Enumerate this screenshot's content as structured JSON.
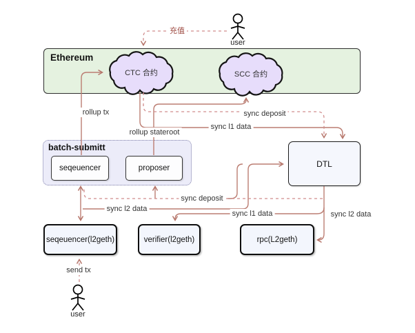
{
  "l1": {
    "title": "Ethereum",
    "ctc": "CTC 合约",
    "scc": "SCC 合约"
  },
  "batch": {
    "title": "batch-submitt",
    "sequencer": "seqeuencer",
    "proposer": "proposer"
  },
  "dtl": {
    "label": "DTL"
  },
  "l2": {
    "sequencer": "seqeuencer(l2geth)",
    "verifier": "verifier(l2geth)",
    "rpc": "rpc(L2geth)"
  },
  "actors": {
    "top": "user",
    "bottom": "user"
  },
  "edges": {
    "recharge": "充值",
    "rollup_tx": "rollup tx",
    "rollup_stateroot": "rollup stateroot",
    "sync_deposit_top": "sync deposit",
    "sync_l1_top": "sync l1 data",
    "sync_deposit_mid": "sync deposit",
    "sync_l2_left": "sync l2 data",
    "sync_l1_mid": "sync l1 data",
    "sync_l2_right": "sync l2 data",
    "send_tx": "send tx"
  },
  "colors": {
    "l1_fill": "#e5f2e0",
    "cloud_fill": "#e7ddfb",
    "batch_fill": "#ececf9",
    "node_fill": "#f5f7fd",
    "solid_edge": "#bb7d72",
    "dashed_edge": "#d08c8c",
    "cn_label": "#9e4b42",
    "text": "#2b2b2b"
  }
}
